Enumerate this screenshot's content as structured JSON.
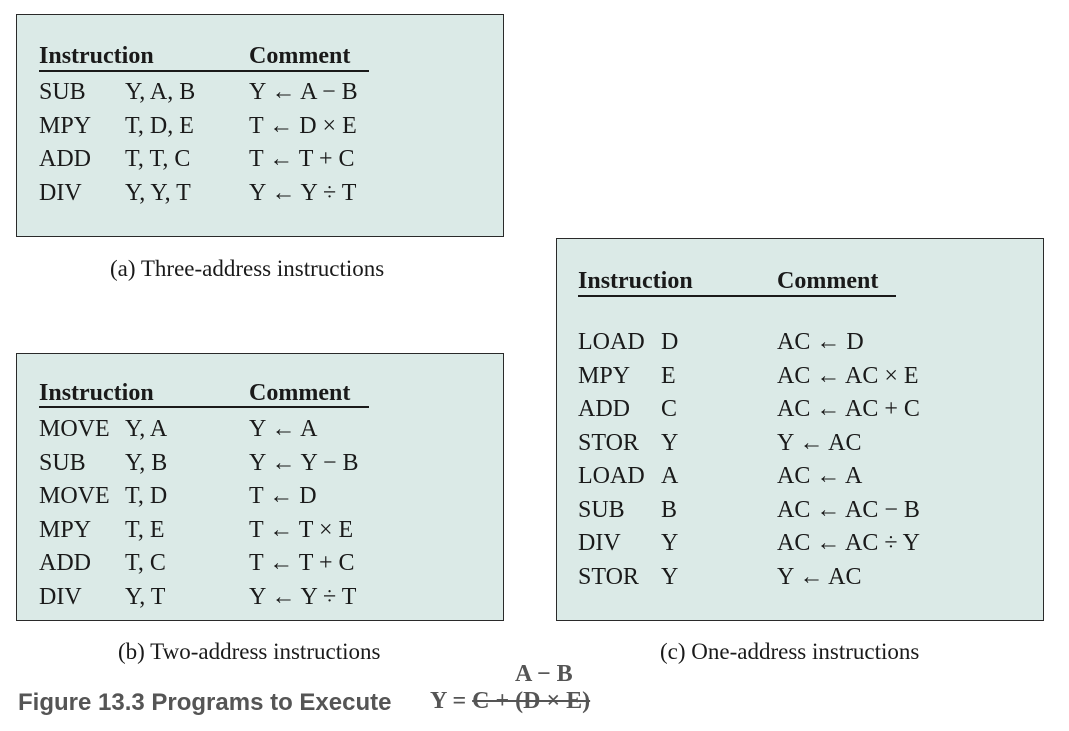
{
  "header": {
    "instruction": "Instruction",
    "comment": "Comment"
  },
  "panels": {
    "three": {
      "caption": "(a) Three-address instructions",
      "rows": [
        {
          "op": "SUB",
          "args": "Y, A, B",
          "comment": "Y ← A − B"
        },
        {
          "op": "MPY",
          "args": "T, D, E",
          "comment": "T ← D × E"
        },
        {
          "op": "ADD",
          "args": "T, T, C",
          "comment": "T ← T + C"
        },
        {
          "op": "DIV",
          "args": "Y, Y, T",
          "comment": "Y ← Y ÷ T"
        }
      ]
    },
    "two": {
      "caption": "(b) Two-address instructions",
      "rows": [
        {
          "op": "MOVE",
          "args": "Y, A",
          "comment": "Y ← A"
        },
        {
          "op": "SUB",
          "args": "Y, B",
          "comment": "Y ← Y − B"
        },
        {
          "op": "MOVE",
          "args": "T, D",
          "comment": "T ← D"
        },
        {
          "op": "MPY",
          "args": "T, E",
          "comment": "T ← T × E"
        },
        {
          "op": "ADD",
          "args": "T, C",
          "comment": "T ← T + C"
        },
        {
          "op": "DIV",
          "args": "Y, T",
          "comment": "Y ← Y ÷ T"
        }
      ]
    },
    "one": {
      "caption": "(c) One-address instructions",
      "rows": [
        {
          "op": "LOAD",
          "args": "D",
          "comment": "AC ← D"
        },
        {
          "op": "MPY",
          "args": "E",
          "comment": "AC ← AC × E"
        },
        {
          "op": "ADD",
          "args": "C",
          "comment": "AC ← AC + C"
        },
        {
          "op": "STOR",
          "args": "Y",
          "comment": "Y ← AC"
        },
        {
          "op": "LOAD",
          "args": "A",
          "comment": "AC ← A"
        },
        {
          "op": "SUB",
          "args": "B",
          "comment": "AC ← AC − B"
        },
        {
          "op": "DIV",
          "args": "Y",
          "comment": "AC ← AC ÷ Y"
        },
        {
          "op": "STOR",
          "args": "Y",
          "comment": "Y ← AC"
        }
      ]
    }
  },
  "figure": {
    "label": "Figure 13.3 Programs to Execute",
    "lhs": "Y =",
    "struck": "C + (D × E)",
    "numerator": "A − B"
  }
}
